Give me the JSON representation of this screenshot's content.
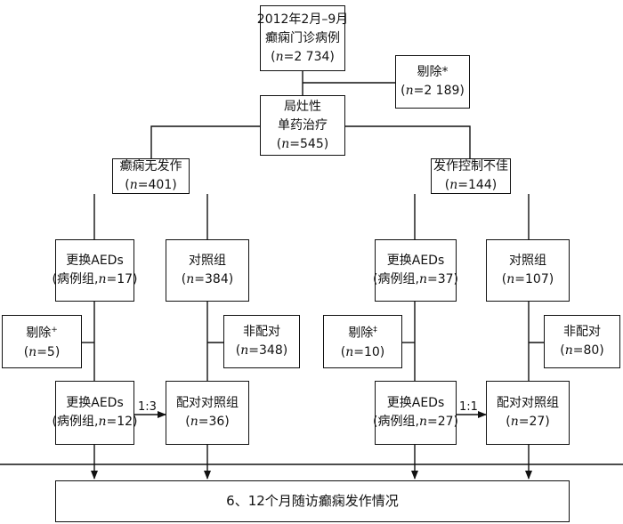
{
  "root": {
    "line1": "2012年2月–9月",
    "line2": "癫痫门诊病例",
    "n": "2 734"
  },
  "exclude_top": {
    "label": "剔除*",
    "n": "2 189"
  },
  "mono": {
    "line1": "局灶性",
    "line2": "单药治疗",
    "n": "545"
  },
  "left_group": {
    "label": "癫痫无发作",
    "n": "401"
  },
  "right_group": {
    "label": "发作控制不佳",
    "n": "144"
  },
  "n_prefix": "n",
  "l_switch": {
    "line1": "更换AEDs",
    "line2": "(病例组,",
    "n": "17"
  },
  "l_control": {
    "label": "对照组",
    "n": "384"
  },
  "r_switch": {
    "line1": "更换AEDs",
    "line2": "(病例组,",
    "n": "37"
  },
  "r_control": {
    "label": "对照组",
    "n": "107"
  },
  "l_exclude": {
    "label": "剔除",
    "mark": "+",
    "n": "5"
  },
  "l_nonmatch": {
    "label": "非配对",
    "n": "348"
  },
  "r_exclude": {
    "label": "剔除",
    "mark": "‡",
    "n": "10"
  },
  "r_nonmatch": {
    "label": "非配对",
    "n": "80"
  },
  "l_case": {
    "line1": "更换AEDs",
    "line2": "(病例组,",
    "n": "12"
  },
  "l_matched": {
    "label": "配对对照组",
    "n": "36"
  },
  "r_case": {
    "line1": "更换AEDs",
    "line2": "(病例组,",
    "n": "27"
  },
  "r_matched": {
    "label": "配对对照组",
    "n": "27"
  },
  "ratio_left": "1:3",
  "ratio_right": "1:1",
  "final": {
    "label": "6、12个月随访癫痫发作情况"
  }
}
